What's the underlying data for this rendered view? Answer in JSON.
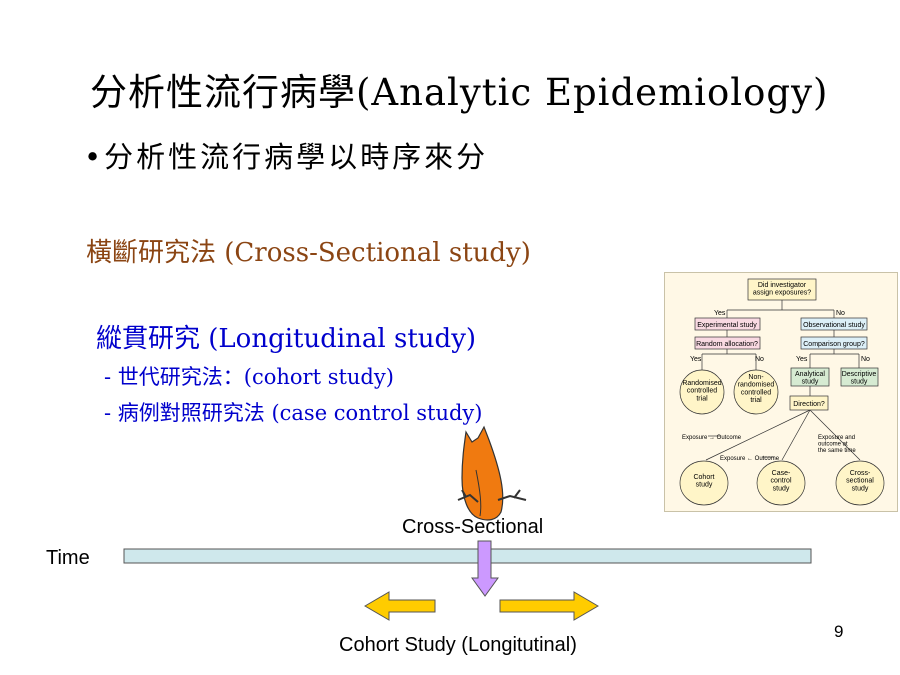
{
  "slide": {
    "title": "分析性流行病學(Analytic Epidemiology)",
    "bullet": "•分析性流行病學以時序來分",
    "cross_sectional": "橫斷研究法 (Cross-Sectional study)",
    "longitudinal": "縱貫研究 (Longitudinal study)",
    "sub_items": [
      "- 世代研究法：(cohort study)",
      "- 病例對照研究法 (case control study)"
    ],
    "page_number": "9"
  },
  "timeline": {
    "time_label": "Time",
    "cross_sectional_label": "Cross-Sectional",
    "cohort_label": "Cohort Study (Longitutinal)"
  },
  "flowchart": {
    "root": "Did investigator\nassign exposures?",
    "yes": "Yes",
    "no": "No",
    "experimental": "Experimental study",
    "observational": "Observational study",
    "random_allocation": "Random allocation?",
    "comparison_group": "Comparison group?",
    "rct": "Randomised\ncontrolled\ntrial",
    "non_rct": "Non-\nrandomised\ncontrolled\ntrial",
    "analytical": "Analytical\nstudy",
    "descriptive": "Descriptive\nstudy",
    "direction": "Direction?",
    "exp_outcome": "Exposure → Outcome",
    "outcome_exp": "Exposure ← Outcome",
    "same_time": "Exposure and\noutcome at\nthe same time",
    "cohort": "Cohort\nstudy",
    "case_control": "Case-\ncontrol\nstudy",
    "cross_sectional_study": "Cross-\nsectional\nstudy"
  },
  "colors": {
    "cross_text": "#8B4513",
    "longi_text": "#0000CC",
    "bar_fill": "#CFE8EC",
    "down_arrow": "#CC99FF",
    "side_arrows": "#FFCC00",
    "owl": "#F07A10",
    "flow_bg": "#FFF8E6",
    "flow_exp": "#F9D9E2",
    "flow_obs": "#DCEFF7",
    "flow_green": "#D6EBD2",
    "flow_circle": "#FFF5C8"
  }
}
